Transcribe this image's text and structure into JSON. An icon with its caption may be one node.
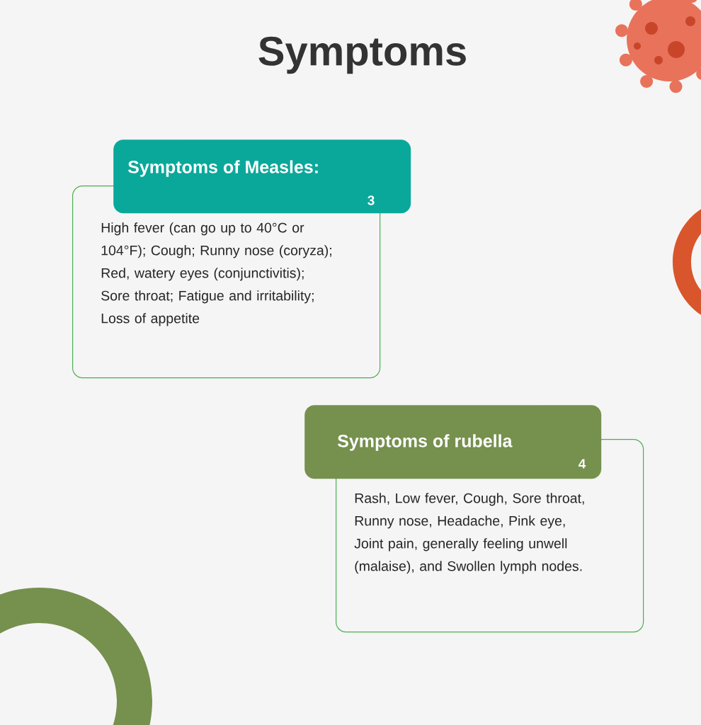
{
  "diagram": {
    "title": "Symptoms",
    "nodes": [
      {
        "text": [
          "Symptoms of Measles:",
          "3"
        ]
      },
      {
        "text": [
          "High fever (can go up to 40°C or 104°F); Cough; Runny nose (coryza); Red, watery eyes (conjunctivitis); Sore throat; Fatigue and irritability; Loss of appetite"
        ]
      },
      {
        "text": [
          "Symptoms of rubella",
          "4"
        ]
      },
      {
        "text": [
          "Rash, Low fever, Cough, Sore throat, Runny nose, Headache, Pink eye, Joint pain, generally feeling unwell (malaise), and Swollen lymph nodes."
        ]
      }
    ]
  }
}
